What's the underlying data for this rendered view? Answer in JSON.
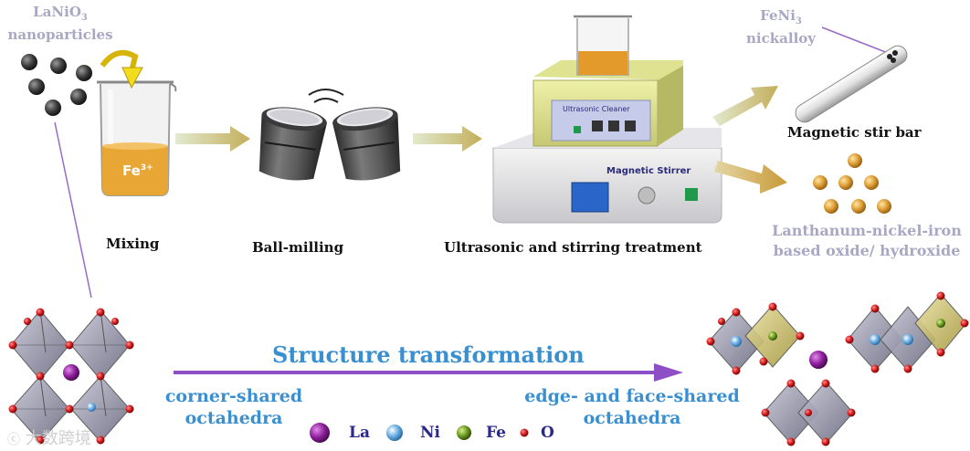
{
  "labels": {
    "lanio3_main": "LaNiO",
    "lanio3_sub": "3",
    "lanio3_line2": "nanoparticles",
    "feni3_main": "FeNi",
    "feni3_sub": "3",
    "feni3_line2": "nickalloy",
    "fe3plus_main": "Fe",
    "fe3plus_sup": "3+",
    "mixing": "Mixing",
    "ball_milling": "Ball-milling",
    "ultrasonic_stirring": "Ultrasonic and stirring treatment",
    "ultrasonic_cleaner": "Ultrasonic Cleaner",
    "magnetic_stirrer": "Magnetic Stirrer",
    "magnetic_stir_bar": "Magnetic stir bar",
    "product_line1": "Lanthanum-nickel-iron",
    "product_line2": "based oxide/ hydroxide",
    "structure_transformation": "Structure transformation",
    "corner_line1": "corner-shared",
    "corner_line2": "octahedra",
    "edge_line1": "edge- and face-shared",
    "edge_line2": "octahedra",
    "watermark": "大数跨境"
  },
  "legend": [
    {
      "symbol": "La",
      "color": "#8e1f9c"
    },
    {
      "symbol": "Ni",
      "color": "#6fb3e8"
    },
    {
      "symbol": "Fe",
      "color": "#6a9a1e"
    },
    {
      "symbol": "O",
      "color": "#d01818"
    }
  ],
  "colors": {
    "arrow_gradient_start": "#d8e3b8",
    "arrow_gradient_end": "#c9b35c",
    "process_arrow_purple": "#8e4ec6",
    "label_blue": "#3a8fd0",
    "label_grey": "#a8a8c4",
    "solution_orange": "#e39a2a"
  }
}
